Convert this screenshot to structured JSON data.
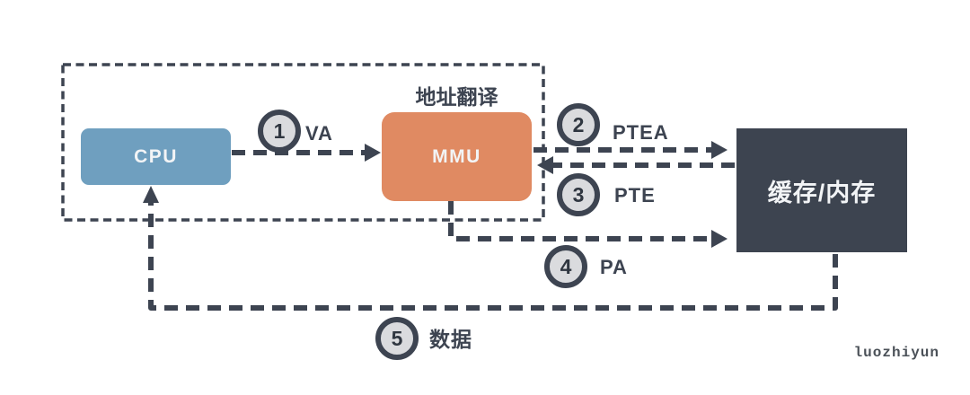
{
  "canvas": {
    "background": "#ffffff",
    "line_color": "#3d4451"
  },
  "group_label": "地址翻译",
  "nodes": {
    "cpu": {
      "label": "CPU",
      "color": "#6f9fbf"
    },
    "mmu": {
      "label": "MMU",
      "color": "#e08a62"
    },
    "memory": {
      "label": "缓存/内存",
      "color": "#3d4450"
    }
  },
  "steps": [
    {
      "num": "1",
      "label": "VA"
    },
    {
      "num": "2",
      "label": "PTEA"
    },
    {
      "num": "3",
      "label": "PTE"
    },
    {
      "num": "4",
      "label": "PA"
    },
    {
      "num": "5",
      "label": "数据"
    }
  ],
  "badge": {
    "fill": "#dadbde",
    "border": "#3d4451"
  },
  "watermark": "luozhiyun"
}
